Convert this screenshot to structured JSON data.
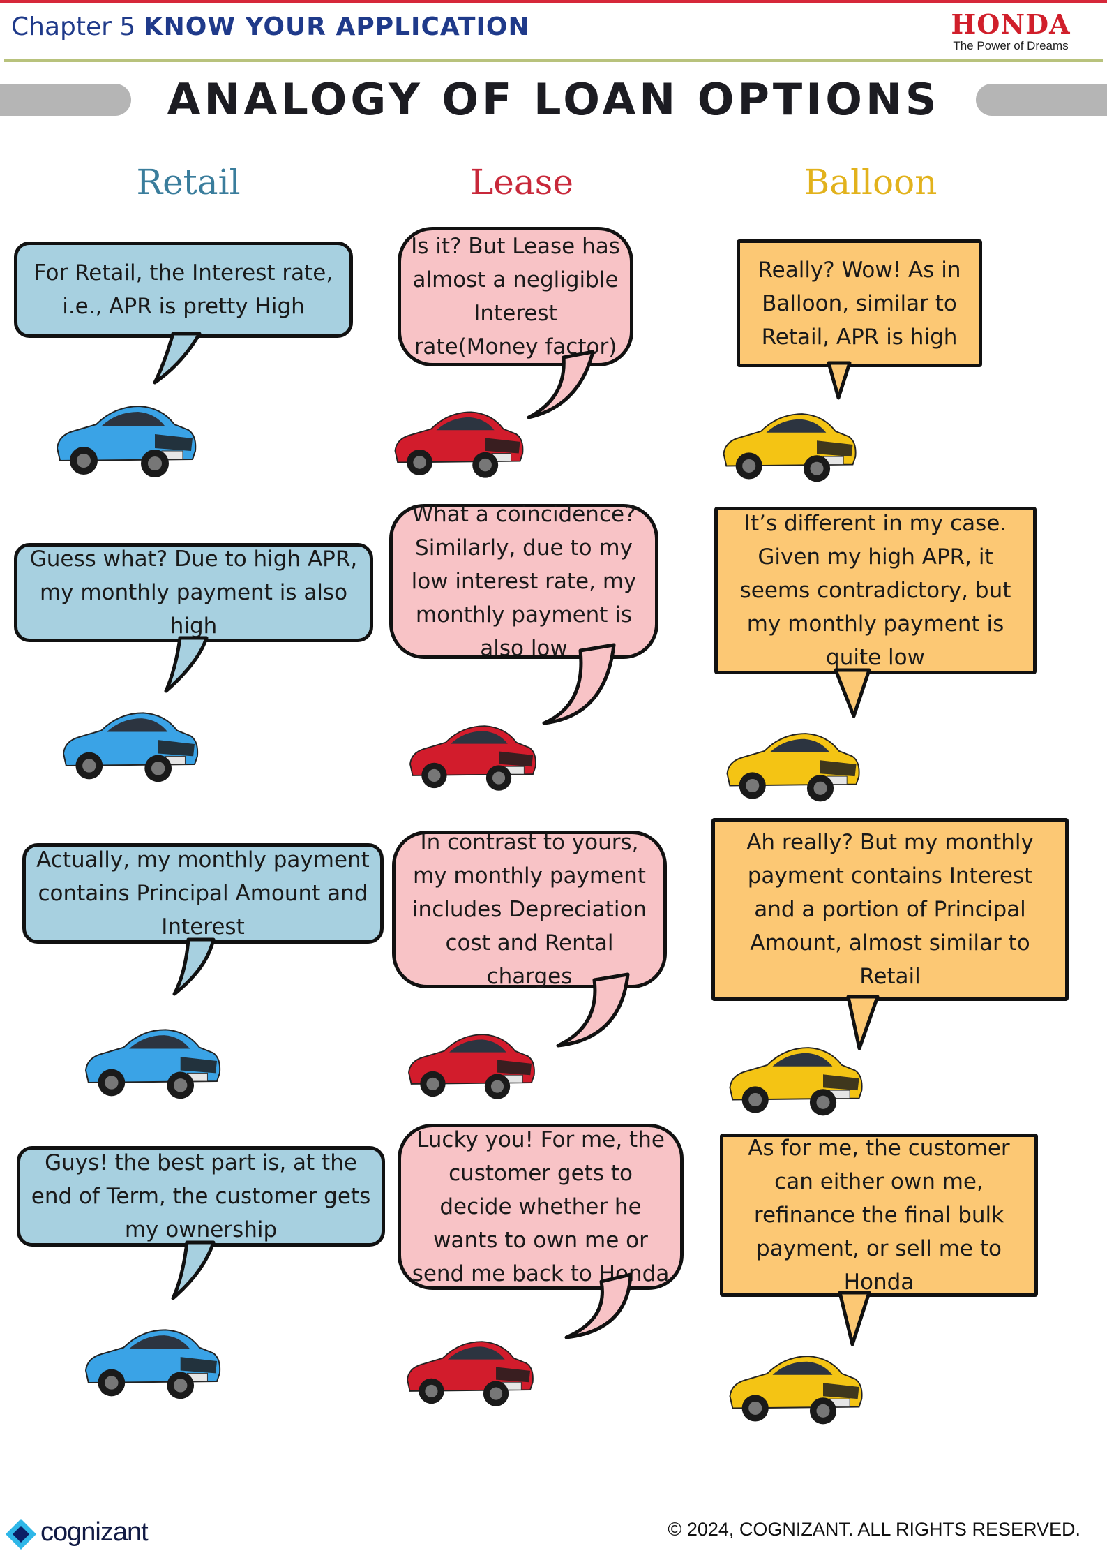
{
  "header": {
    "chapter_number": "Chapter 5",
    "chapter_title": "KNOW YOUR APPLICATION",
    "brand_logo": "HONDA",
    "brand_tagline": "The Power of Dreams"
  },
  "title": "ANALOGY OF LOAN OPTIONS",
  "columns": [
    {
      "label": "Retail",
      "color": "#3a7d9c"
    },
    {
      "label": "Lease",
      "color": "#c8283a"
    },
    {
      "label": "Balloon",
      "color": "#e2b21c"
    }
  ],
  "colors": {
    "retail_bubble": "#a7d0e0",
    "lease_bubble": "#f8c3c6",
    "balloon_bubble": "#fcc874",
    "retail_car": "#3aa3e6",
    "lease_car": "#d21c2c",
    "balloon_car": "#f4c414"
  },
  "rows": [
    {
      "retail": "For Retail, the Interest rate, i.e., APR is pretty High",
      "lease": "Is it? But Lease has almost a negligible Interest rate(Money factor)",
      "balloon": "Really? Wow! As in Balloon, similar to Retail, APR is high"
    },
    {
      "retail": "Guess what? Due to high APR, my monthly payment is also high",
      "lease": "What a coincidence? Similarly, due to my low interest rate, my monthly payment is also low",
      "balloon": "It’s different in my case. Given my high APR, it seems contradictory, but my monthly payment is quite low"
    },
    {
      "retail": "Actually, my monthly payment contains Principal Amount and Interest",
      "lease": "In contrast to yours, my monthly payment includes Depreciation cost and Rental charges",
      "balloon": "Ah really? But my monthly payment contains Interest and a portion of Principal Amount, almost similar to Retail"
    },
    {
      "retail": "Guys! the best part is, at the end of Term, the customer gets my ownership",
      "lease": "Lucky you! For me, the customer gets to decide whether he wants to own me or send me back to Honda",
      "balloon": "As for me, the customer can either own me, refinance the final bulk payment, or sell me to Honda"
    }
  ],
  "footer": {
    "company_logo": "cognizant",
    "copyright": "© 2024,  COGNIZANT. ALL RIGHTS RESERVED."
  }
}
